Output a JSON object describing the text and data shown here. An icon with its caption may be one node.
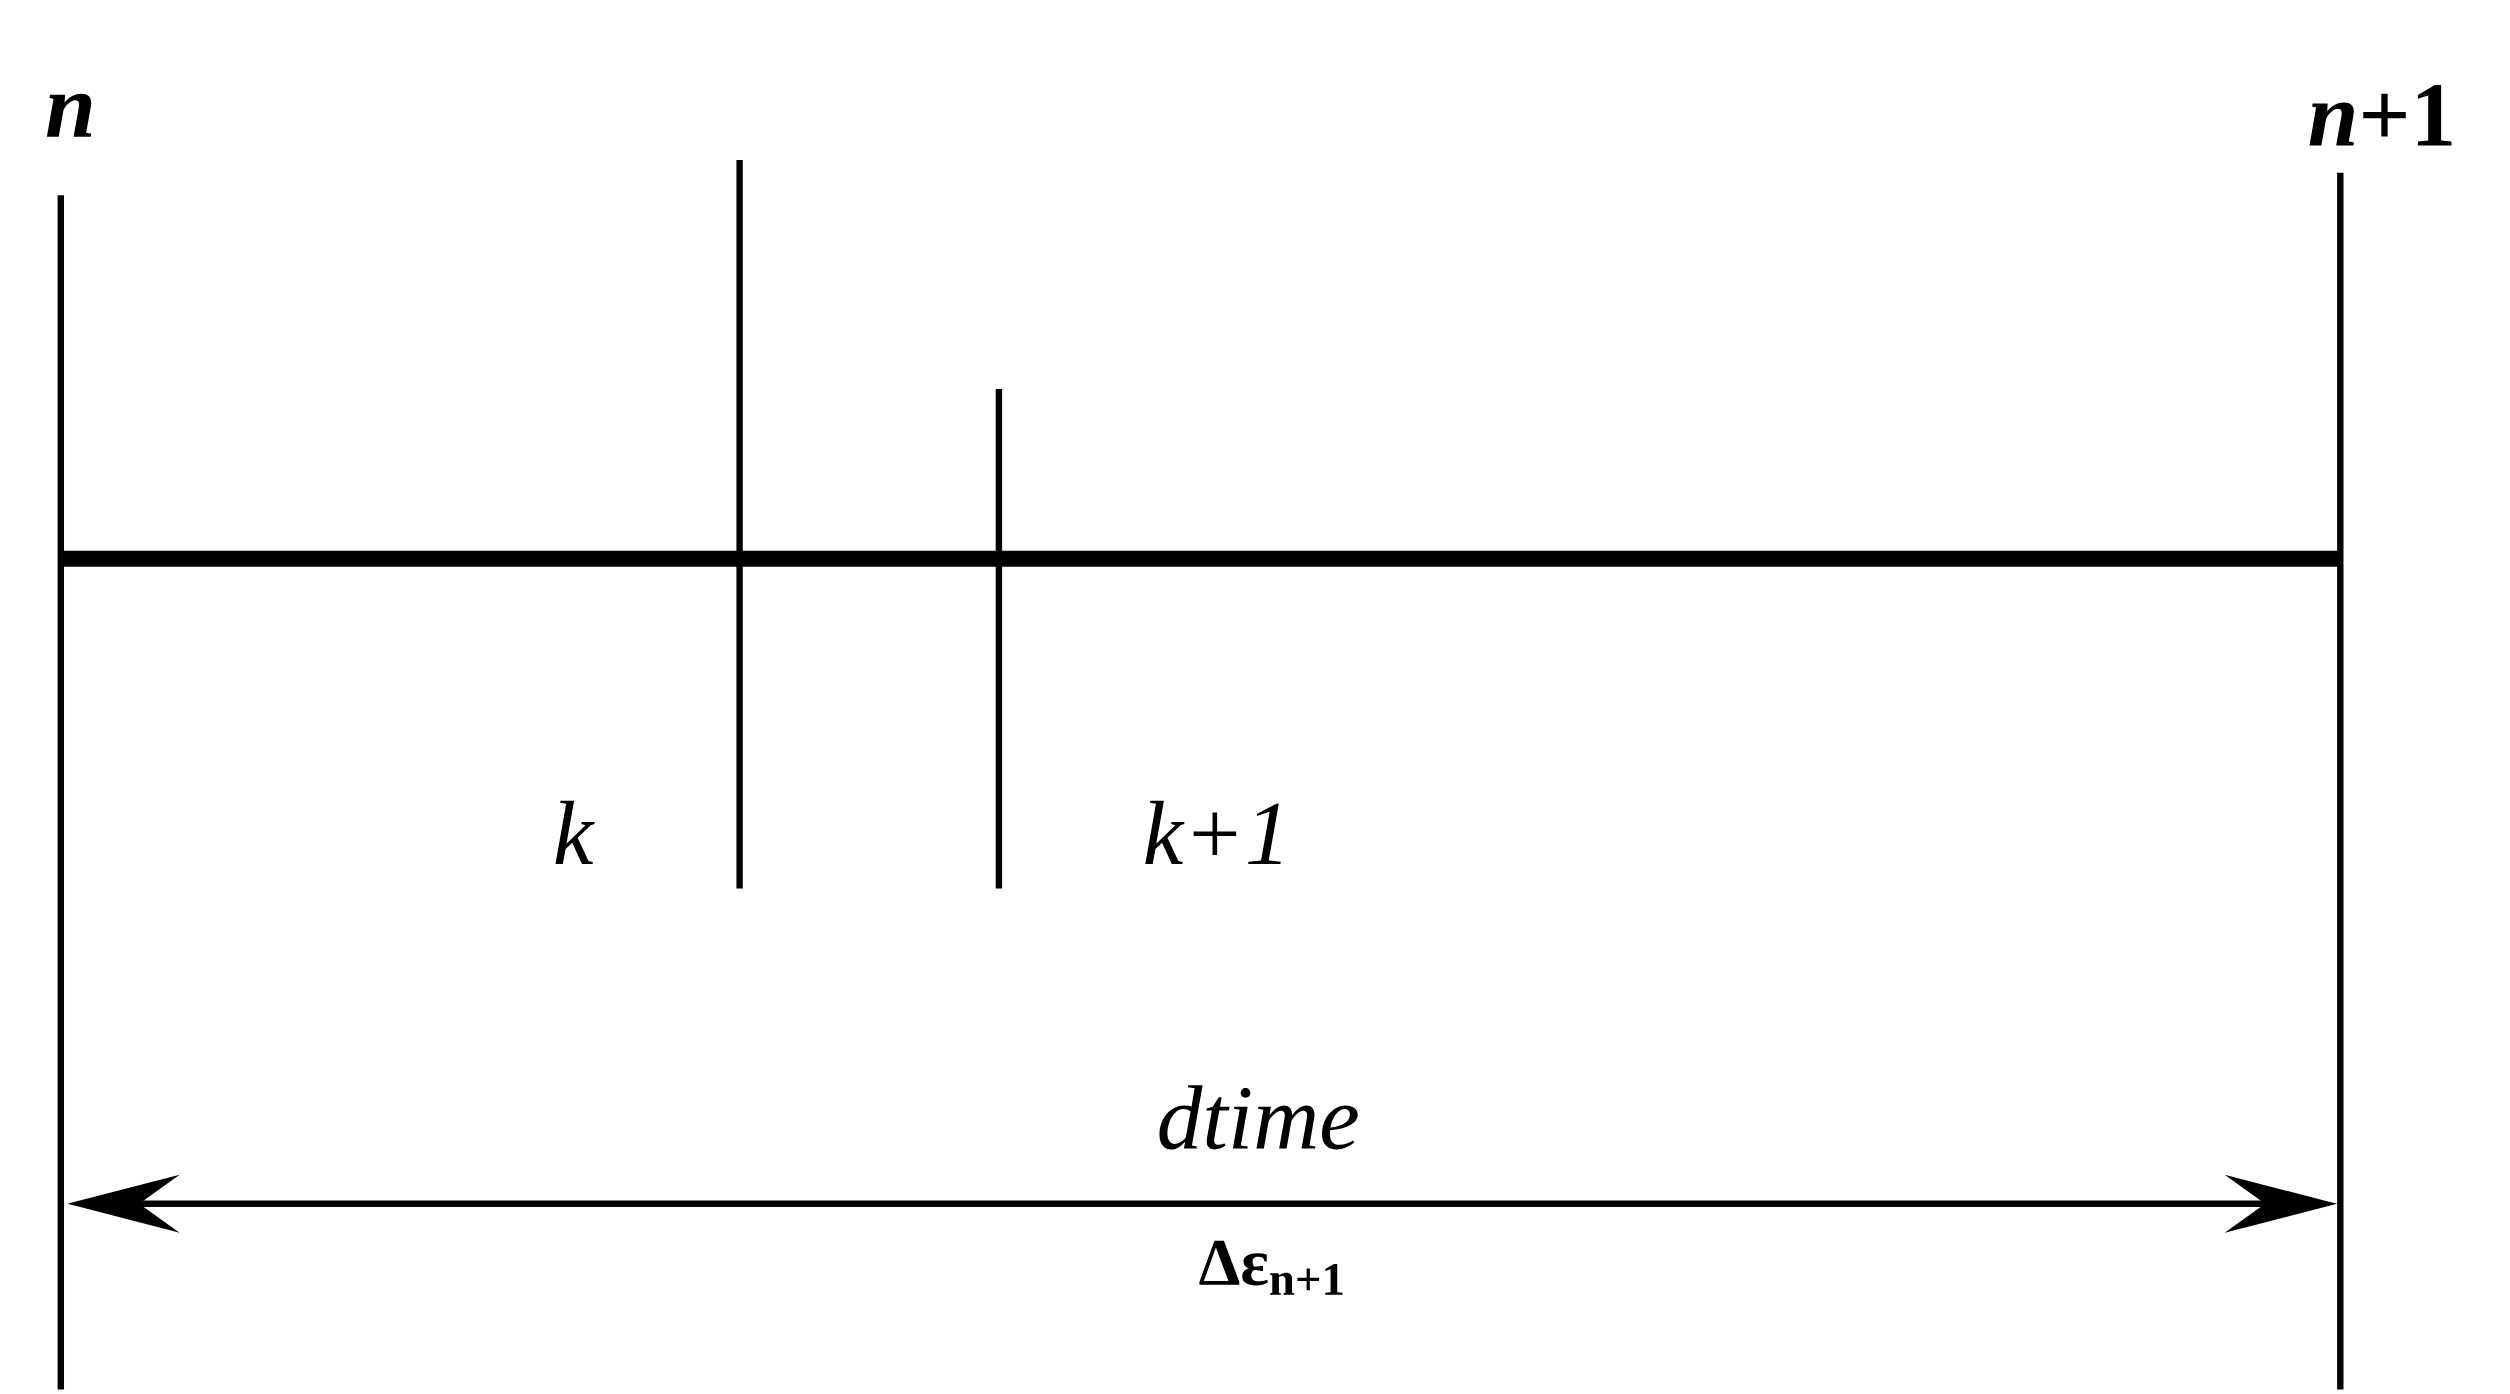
{
  "diagram": {
    "labels": [
      "n",
      "*n*+1",
      "k",
      "*k*+1",
      "dtime",
      "Δε$_{n+1}$"
    ]
  }
}
